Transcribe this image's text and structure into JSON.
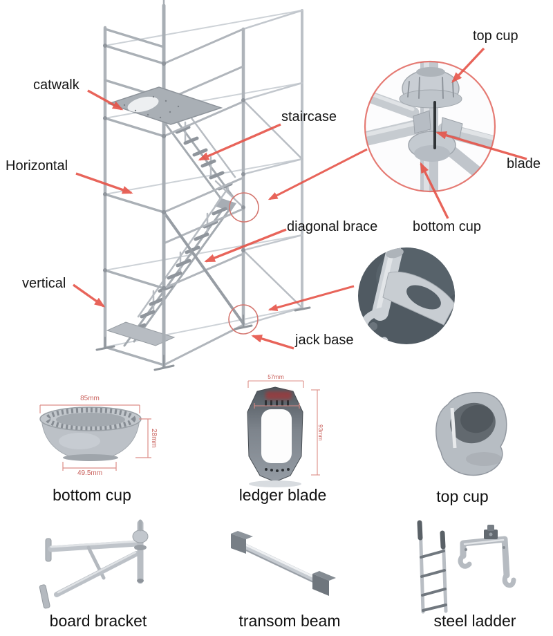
{
  "diagram": {
    "background": "#ffffff",
    "arrow_color": "#e65449",
    "dimension_color": "#c9615c",
    "tower_labels": {
      "catwalk": "catwalk",
      "staircase": "staircase",
      "horizontal": "Horizontal",
      "diagonal_brace": "diagonal brace",
      "vertical": "vertical",
      "jack_base": "jack base"
    },
    "joint_detail_labels": {
      "top_cup": "top cup",
      "blade": "blade",
      "bottom_cup": "bottom cup"
    },
    "components": {
      "bottom_cup": {
        "name": "bottom cup",
        "dim_top": "85mm",
        "dim_height": "28mm",
        "dim_base": "49.5mm"
      },
      "ledger_blade": {
        "name": "ledger blade",
        "dim_width": "57mm",
        "dim_height": "93mm"
      },
      "top_cup": {
        "name": "top cup"
      },
      "board_bracket": {
        "name": "board bracket"
      },
      "transom_beam": {
        "name": "transom beam"
      },
      "steel_ladder": {
        "name": "steel ladder"
      }
    }
  }
}
